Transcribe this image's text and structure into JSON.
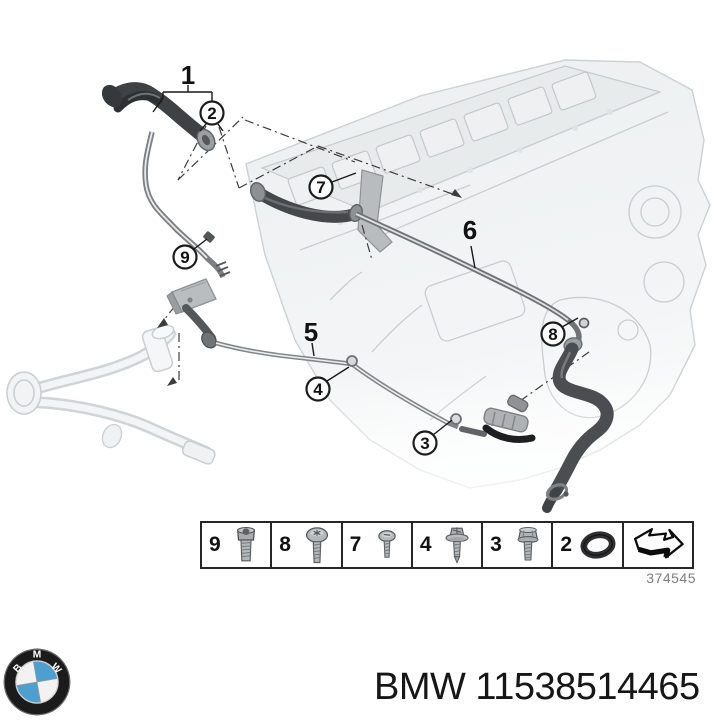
{
  "diagram": {
    "description": "BMW engine cooling system hose exploded-parts drawing",
    "callouts": {
      "c1": "1",
      "c2": "2",
      "c3": "3",
      "c4": "4",
      "c5": "5",
      "c6": "6",
      "c7": "7",
      "c8": "8",
      "c9": "9"
    }
  },
  "legend": {
    "cells": [
      {
        "number": "9",
        "icon": "socket-head-screw-icon"
      },
      {
        "number": "8",
        "icon": "torx-screw-icon"
      },
      {
        "number": "7",
        "icon": "pan-head-screw-icon"
      },
      {
        "number": "4",
        "icon": "sems-screw-icon"
      },
      {
        "number": "3",
        "icon": "hex-flange-bolt-icon"
      },
      {
        "number": "2",
        "icon": "o-ring-icon"
      },
      {
        "number": "",
        "icon": "page-arrow-icon"
      }
    ],
    "diagram_number": "374545"
  },
  "footer": {
    "label": "BMW 11538514465",
    "logo_letters": {
      "b": "B",
      "m": "M",
      "w": "W"
    },
    "logo_blue": "#4C9FCE",
    "logo_black": "#1b1b1b"
  }
}
